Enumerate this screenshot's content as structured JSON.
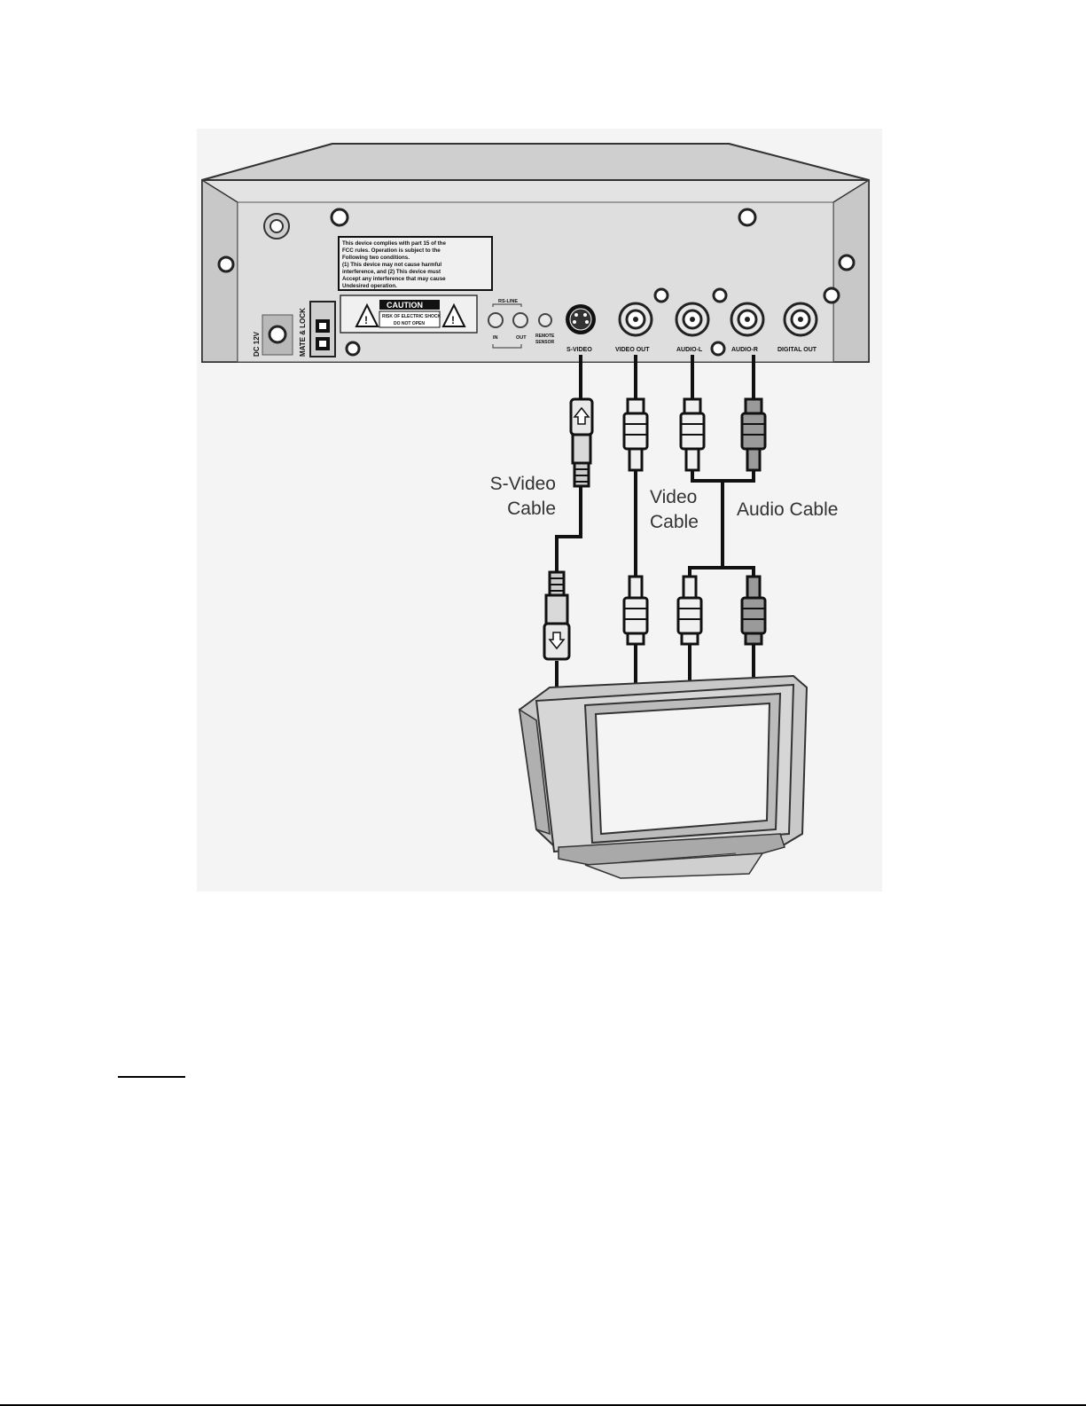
{
  "device_panel": {
    "fcc_notice": [
      "This device complies with part 15 of the",
      "FCC rules. Operation is subject to the",
      "Following two conditions.",
      "(1) This device may not cause harmful",
      "interference, and (2) This device must",
      "Accept any interference that may cause",
      "Undesired operation."
    ],
    "caution_title": "CAUTION",
    "caution_text": [
      "RISK OF ELECTRIC SHOCK",
      "DO NOT OPEN"
    ],
    "dc_label": "DC 12V",
    "mate_lock_label": "MATE & LOCK",
    "rs_line_label": "RS-LINE",
    "in_label": "IN",
    "out_label": "OUT",
    "remote_label": [
      "REMOTE",
      "SENSOR"
    ],
    "ports": {
      "svideo": "S-VIDEO",
      "video_out": "VIDEO OUT",
      "audio_l": "AUDIO-L",
      "audio_r": "AUDIO-R",
      "digital_out": "DIGITAL OUT"
    }
  },
  "cables": {
    "svideo": [
      "S-Video",
      "Cable"
    ],
    "video": [
      "Video",
      "Cable"
    ],
    "audio": "Audio Cable"
  },
  "colors": {
    "panel": "#dcdcdc",
    "panel_dark": "#bdbdbd",
    "cable": "#111111",
    "plug_white": "#f2f2f2",
    "plug_red": "#9a9a9a",
    "tv_body": "#d0d0d0",
    "screen": "#f4f4f4"
  }
}
